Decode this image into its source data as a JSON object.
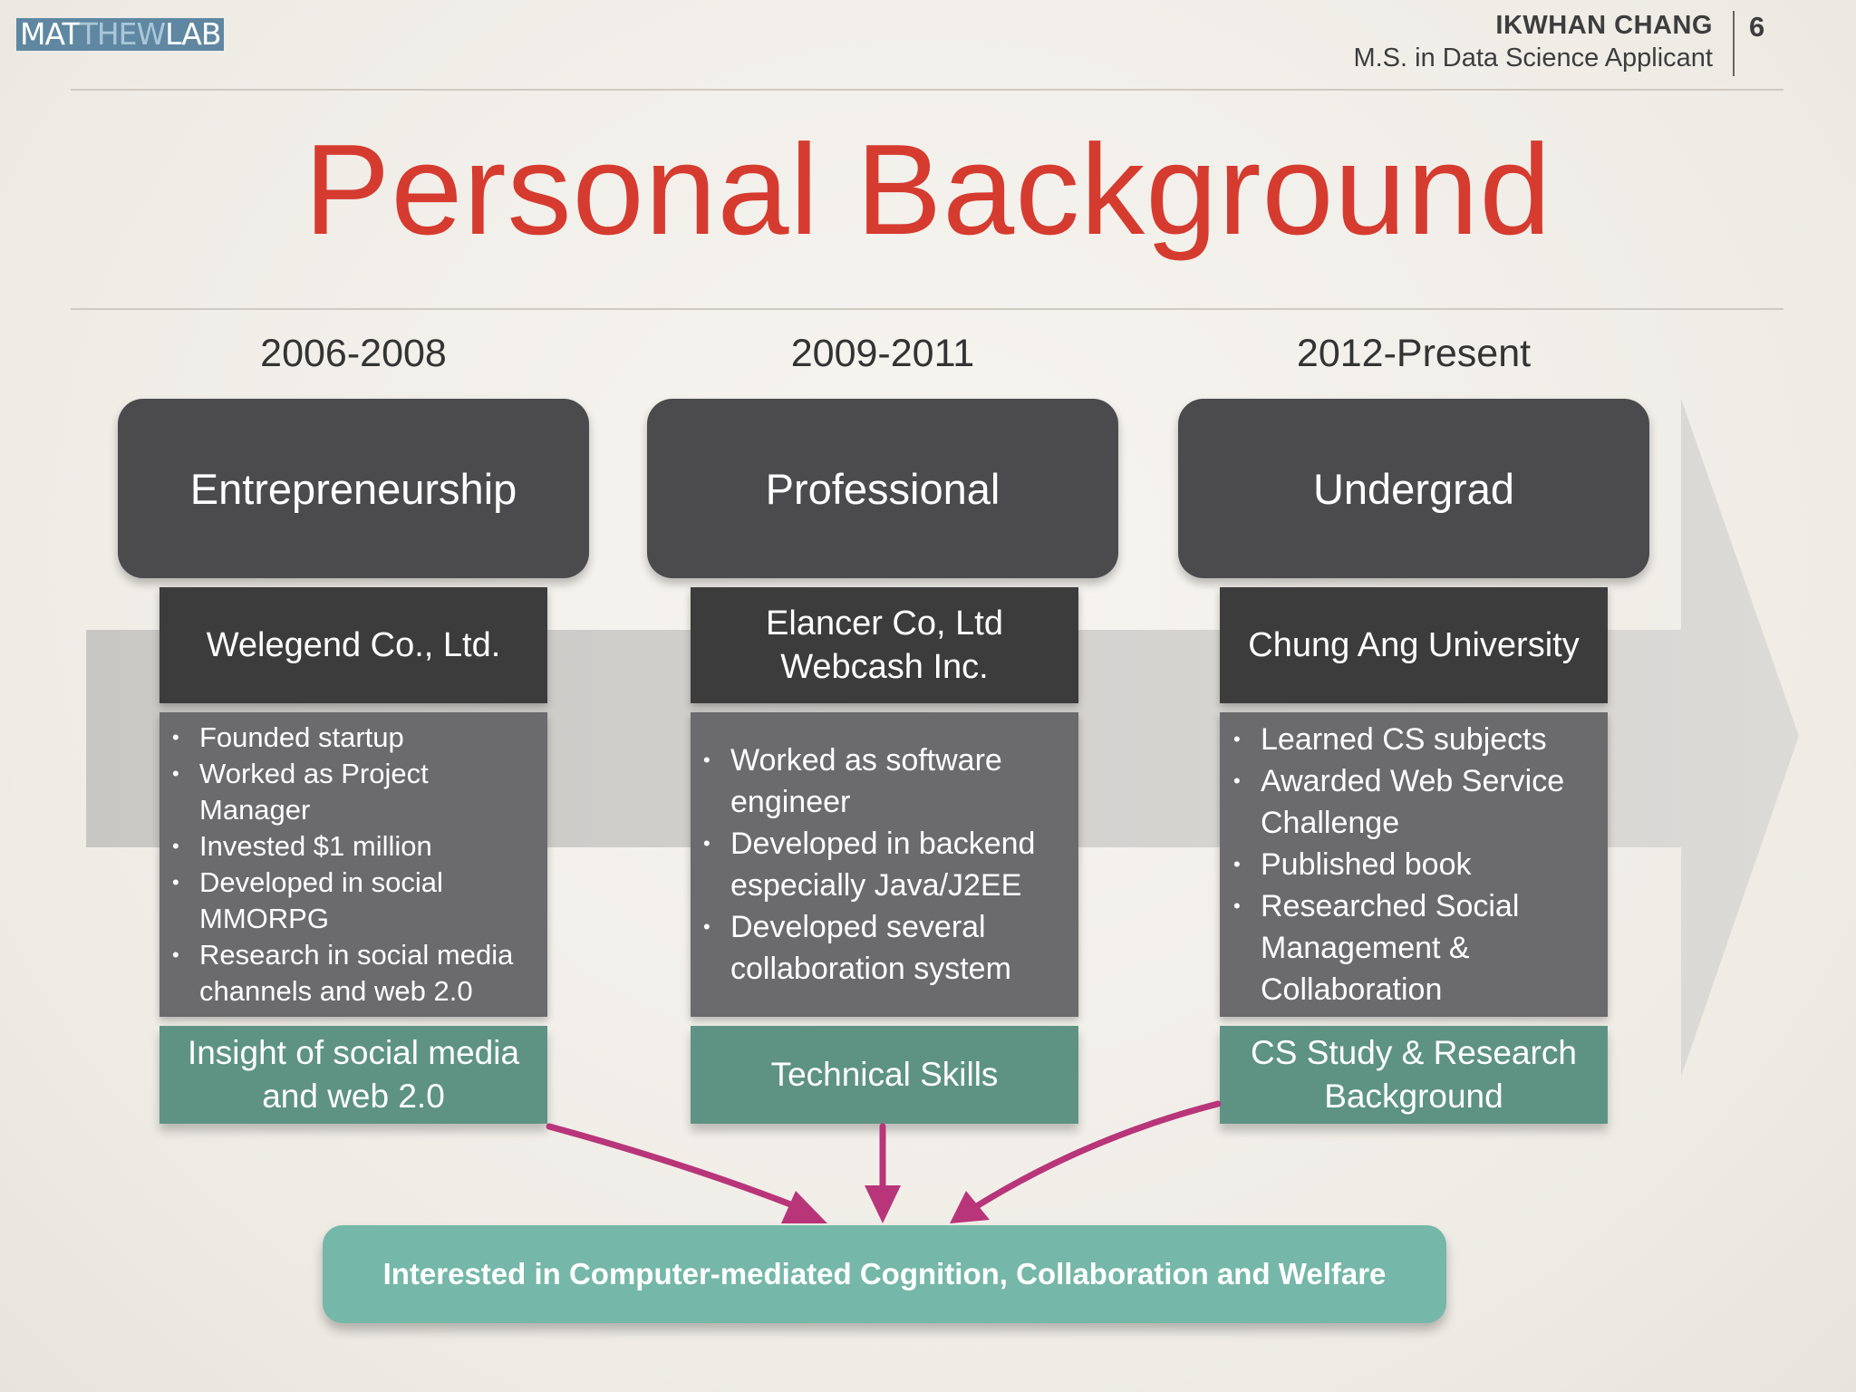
{
  "header": {
    "logo": {
      "part1": "MAT",
      "part2": "THEW",
      "part3": "LAB"
    },
    "author": "IKWHAN CHANG",
    "subtitle": "M.S. in Data Science  Applicant",
    "page_number": "6"
  },
  "title": "Personal Background",
  "timeline": [
    {
      "years": "2006-2008",
      "phase": "Entrepreneurship",
      "organization": [
        "Welegend Co., Ltd."
      ],
      "details": [
        "Founded startup",
        "Worked as Project Manager",
        "Invested $1 million",
        "Developed in social MMORPG",
        "Research in social media channels and web 2.0"
      ],
      "outcome": [
        "Insight of social media",
        "and web 2.0"
      ]
    },
    {
      "years": "2009-2011",
      "phase": "Professional",
      "organization": [
        "Elancer Co, Ltd",
        "Webcash Inc."
      ],
      "details": [
        "Worked as software engineer",
        "Developed in backend especially Java/J2EE",
        "Developed several collaboration system"
      ],
      "outcome": [
        "Technical Skills"
      ]
    },
    {
      "years": "2012-Present",
      "phase": "Undergrad",
      "organization": [
        "Chung Ang University"
      ],
      "details": [
        "Learned CS subjects",
        "Awarded Web Service Challenge",
        "Published book",
        "Researched Social Management & Collaboration"
      ],
      "outcome": [
        "CS Study & Research",
        "Background"
      ]
    }
  ],
  "interest": "Interested in Computer-mediated Cognition, Collaboration and Welfare",
  "colors": {
    "title": "#d63b2f",
    "phase_box": "#4b4b4d",
    "org_box": "#3d3c3d",
    "details_box": "#6b6a6c",
    "outcome_box": "#5e9384",
    "interest_box": "#75b7a8",
    "connector_arrow": "#b8357a",
    "timeline_arrow": "#d4d2cf"
  }
}
